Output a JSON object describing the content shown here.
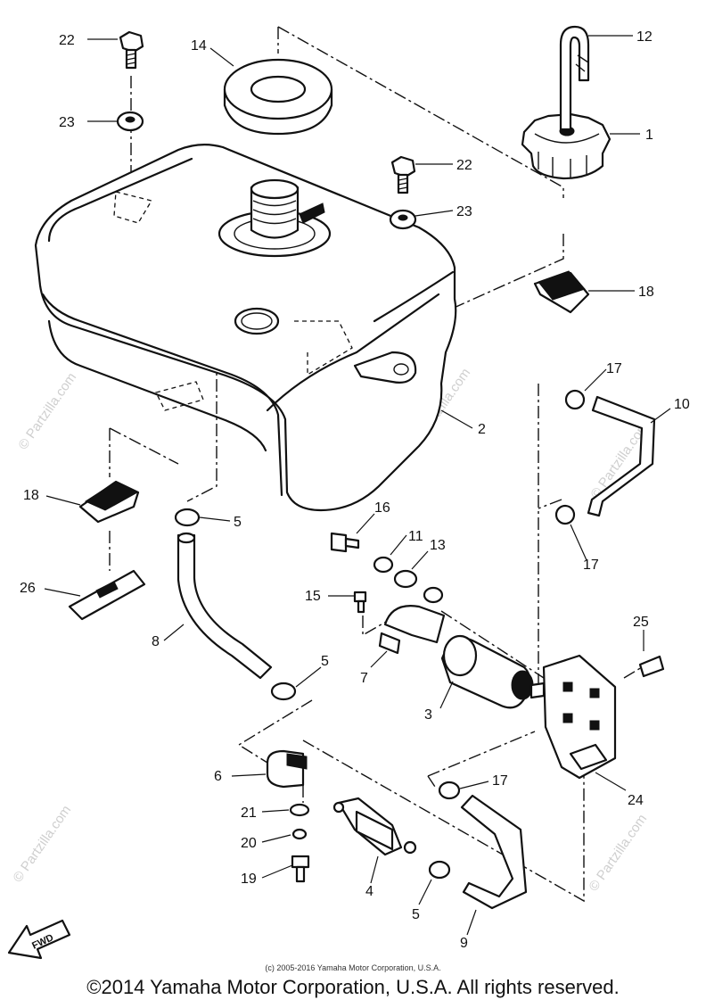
{
  "watermark": "© Partzilla.com",
  "small_copyright": "(c) 2005-2016 Yamaha Motor Corporation, U.S.A.",
  "main_copyright": "©2014 Yamaha Motor Corporation, U.S.A. All rights reserved.",
  "fwd_label": "FWD",
  "callouts": {
    "c1": "1",
    "c2": "2",
    "c3": "3",
    "c4": "4",
    "c5a": "5",
    "c5b": "5",
    "c5c": "5",
    "c6": "6",
    "c7": "7",
    "c8": "8",
    "c9": "9",
    "c10": "10",
    "c11": "11",
    "c12": "12",
    "c13": "13",
    "c14": "14",
    "c15": "15",
    "c16": "16",
    "c17a": "17",
    "c17b": "17",
    "c17c": "17",
    "c18a": "18",
    "c18b": "18",
    "c19": "19",
    "c20": "20",
    "c21": "21",
    "c22a": "22",
    "c22b": "22",
    "c23a": "23",
    "c23b": "23",
    "c24": "24",
    "c25": "25",
    "c26": "26"
  }
}
